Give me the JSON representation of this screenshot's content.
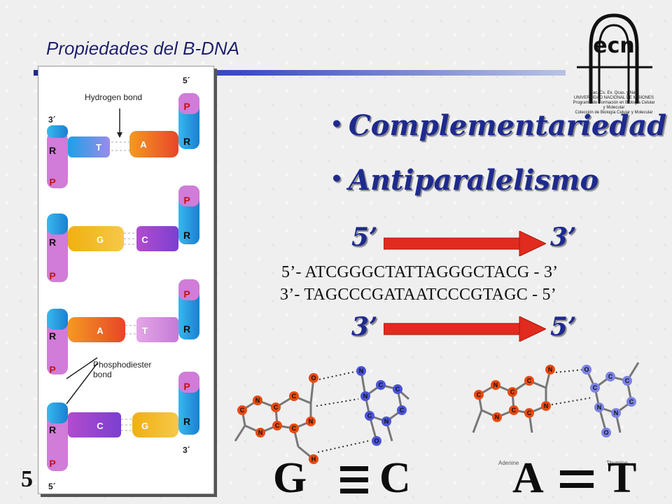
{
  "slide": {
    "title": "Propiedades del B-DNA",
    "number": "5",
    "colors": {
      "accent": "#1e2a8e",
      "arrow": "#e02b1e",
      "purine": "#e84a10",
      "pyrimidine": "#4a54d8"
    }
  },
  "logo": {
    "text": "ecn",
    "lines": [
      "Fac. Cs. Ex. Qcas. y Nat.",
      "UNIVERSIDAD NACIONAL DE MISIONES",
      "Programa de Formación en Biología Celular y Molecular",
      "Colección de Biología Celular y Molecular"
    ]
  },
  "bullets": [
    "Complementariedad",
    "Antiparalelismo"
  ],
  "strand_top": {
    "start": "5’",
    "end": "3’"
  },
  "strand_bottom": {
    "start": "3’",
    "end": "5’"
  },
  "sequences": {
    "top": "5’- ATCGGGCTATTAGGGCTACG  - 3’",
    "bottom": "3’- TAGCCCGATAATCCCGTAGC  - 5’"
  },
  "diagram": {
    "hydrogen_label": "Hydrogen bond",
    "phosphodiester_label_1": "Phosphodiester",
    "phosphodiester_label_2": "bond",
    "left_top": "3´",
    "left_bottom": "5´",
    "right_top": "5´",
    "right_bottom": "3´",
    "sugar": "R",
    "phosphate": "P",
    "pairs": [
      {
        "left": "T",
        "right": "A"
      },
      {
        "left": "G",
        "right": "C"
      },
      {
        "left": "A",
        "right": "T"
      },
      {
        "left": "C",
        "right": "G"
      }
    ]
  },
  "base_pairs": {
    "gc": {
      "left": "G",
      "right": "C"
    },
    "at": {
      "left": "A",
      "right": "T",
      "label_left": "Adenine",
      "label_right": "Thymine"
    }
  },
  "atoms": {
    "n": "N",
    "c": "C",
    "o": "O",
    "h": "H"
  }
}
